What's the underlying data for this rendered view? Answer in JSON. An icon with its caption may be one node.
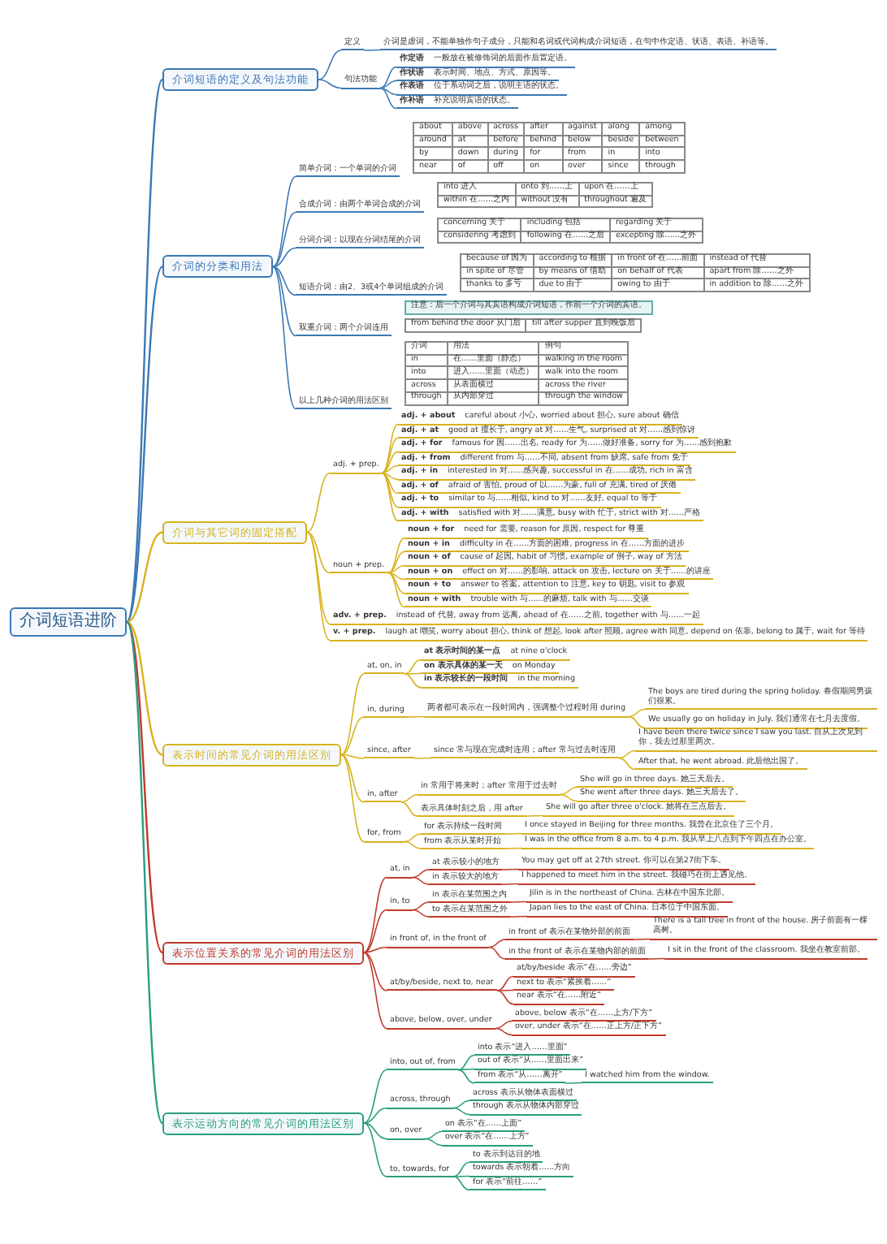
{
  "diagram": {
    "nodes": [
      {
        "text": [
          "介词短语进阶"
        ]
      },
      {
        "text": [
          "介词短语的定义及句法功能"
        ]
      },
      {
        "text": [
          "定义"
        ]
      },
      {
        "text": [
          "介词是虚词，不能单独作句子成分，只能和名词或代词构成介词短语，在句中作定语、状语、表语、补语等。"
        ]
      },
      {
        "text": [
          "句法功能"
        ]
      },
      {
        "text": [
          "作定语",
          "一般放在被修饰词的后面作后置定语。"
        ]
      },
      {
        "text": [
          "作状语",
          "表示时间、地点、方式、原因等。"
        ]
      },
      {
        "text": [
          "作表语",
          "位于系动词之后，说明主语的状态。"
        ]
      },
      {
        "text": [
          "作补语",
          "补充说明宾语的状态。"
        ]
      },
      {
        "text": [
          "介词的分类和用法"
        ]
      },
      {
        "text": [
          "简单介词：一个单词的介词"
        ]
      },
      {
        "text": [
          "合成介词：由两个单词合成的介词"
        ]
      },
      {
        "text": [
          "分词介词：以现在分词结尾的介词"
        ]
      },
      {
        "text": [
          "短语介词：由2、3或4个单词组成的介词"
        ]
      },
      {
        "text": [
          "双重介词：两个介词连用"
        ]
      },
      {
        "text": [
          "介词与其它词的固定搭配"
        ]
      },
      {
        "text": [
          "adj. + prep."
        ]
      },
      {
        "text": [
          "adj. + about",
          "careful about 小心, worried about 担心, sure about 确信"
        ]
      },
      {
        "text": [
          "adj. + at",
          "good at 擅长于, angry at 对……生气, surprised at 对……感到惊讶"
        ]
      },
      {
        "text": [
          "adj. + for",
          "famous for 因……出名, ready for 为……做好准备, sorry for 为……感到抱歉"
        ]
      },
      {
        "text": [
          "adj. + from",
          "different from 与……不同, absent from 缺席, safe from 免于"
        ]
      },
      {
        "text": [
          "adj. + in",
          "interested in 对……感兴趣, successful in 在……成功, rich in 富含"
        ]
      },
      {
        "text": [
          "adj. + of",
          "afraid of 害怕, proud of 以……为豪, full of 充满, tired of 厌倦"
        ]
      },
      {
        "text": [
          "adj. + to",
          "similar to 与……相似, kind to 对……友好, equal to 等于"
        ]
      },
      {
        "text": [
          "adj. + with",
          "satisfied with 对……满意, busy with 忙于, strict with 对……严格"
        ]
      },
      {
        "text": [
          "noun + prep."
        ]
      },
      {
        "text": [
          "noun + for",
          "need for 需要, reason for 原因, respect for 尊重"
        ]
      },
      {
        "text": [
          "noun + in",
          "difficulty in 在……方面的困难, progress in 在……方面的进步"
        ]
      },
      {
        "text": [
          "noun + of",
          "cause of 起因, habit of 习惯, example of 例子, way of 方法"
        ]
      },
      {
        "text": [
          "noun + on",
          "effect on 对……的影响, attack on 攻击, lecture on 关于……的讲座"
        ]
      },
      {
        "text": [
          "noun + to",
          "answer to 答案, attention to 注意, key to 钥匙, visit to 参观"
        ]
      },
      {
        "text": [
          "noun + with",
          "trouble with 与……的麻烦, talk with 与……交谈"
        ]
      },
      {
        "text": [
          "adv. + prep.",
          "instead of 代替, away from 远离, ahead of 在……之前, together with 与……一起"
        ]
      },
      {
        "text": [
          "v. + prep.",
          "laugh at 嘲笑, worry about 担心, think of 想起, look after 照顾, agree with 同意, depend on 依靠, belong to 属于, wait for 等待"
        ]
      },
      {
        "text": [
          "表示时间的常见介词的用法区别"
        ]
      },
      {
        "text": [
          "at, on, in"
        ]
      },
      {
        "text": [
          "at 表示时间的某一点",
          "at nine o'clock"
        ]
      },
      {
        "text": [
          "on 表示具体的某一天",
          "on Monday"
        ]
      },
      {
        "text": [
          "in 表示较长的一段时间",
          "in the morning"
        ]
      },
      {
        "text": [
          "in, during"
        ]
      },
      {
        "text": [
          "两者都可表示在一段时间内，强调整个过程时用 during"
        ]
      },
      {
        "text": [
          "The boys are tired during the spring holiday. 春假期间男孩们很累。"
        ]
      },
      {
        "text": [
          "We usually go on holiday in July. 我们通常在七月去度假。"
        ]
      },
      {
        "text": [
          "since, after"
        ]
      },
      {
        "text": [
          "since 常与现在完成时连用；after 常与过去时连用"
        ]
      },
      {
        "text": [
          "I have been there twice since I saw you last. 自从上次见到你，我去过那里两次。"
        ]
      },
      {
        "text": [
          "After that, he went abroad. 此后他出国了。"
        ]
      },
      {
        "text": [
          "in, after"
        ]
      },
      {
        "text": [
          "in 常用于将来时；after 常用于过去时"
        ]
      },
      {
        "text": [
          "She will go in three days. 她三天后去。"
        ]
      },
      {
        "text": [
          "She went after three days. 她三天后去了。"
        ]
      },
      {
        "text": [
          "表示具体时刻之后，用 after"
        ]
      },
      {
        "text": [
          "She will go after three o'clock. 她将在三点后去。"
        ]
      },
      {
        "text": [
          "for, from"
        ]
      },
      {
        "text": [
          "for 表示持续一段时间"
        ]
      },
      {
        "text": [
          "I once stayed in Beijing for three months. 我曾在北京住了三个月。"
        ]
      },
      {
        "text": [
          "from 表示从某时开始"
        ]
      },
      {
        "text": [
          "I was in the office from 8 a.m. to 4 p.m. 我从早上八点到下午四点在办公室。"
        ]
      },
      {
        "text": [
          "表示位置关系的常见介词的用法区别"
        ]
      },
      {
        "text": [
          "at, in"
        ]
      },
      {
        "text": [
          "at 表示较小的地方"
        ]
      },
      {
        "text": [
          "You may get off at 27th street. 你可以在第27街下车。"
        ]
      },
      {
        "text": [
          "in 表示较大的地方"
        ]
      },
      {
        "text": [
          "I happened to meet him in the street. 我碰巧在街上遇见他。"
        ]
      },
      {
        "text": [
          "in, to"
        ]
      },
      {
        "text": [
          "in 表示在某范围之内"
        ]
      },
      {
        "text": [
          "Jilin is in the northeast of China. 吉林在中国东北部。"
        ]
      },
      {
        "text": [
          "to 表示在某范围之外"
        ]
      },
      {
        "text": [
          "Japan lies to the east of China. 日本位于中国东面。"
        ]
      },
      {
        "text": [
          "in front of, in the front of"
        ]
      },
      {
        "text": [
          "in front of 表示在某物外部的前面"
        ]
      },
      {
        "text": [
          "There is a tall tree in front of the house. 房子前面有一棵高树。"
        ]
      },
      {
        "text": [
          "in the front of 表示在某物内部的前面"
        ]
      },
      {
        "text": [
          "I sit in the front of the classroom. 我坐在教室前部。"
        ]
      },
      {
        "text": [
          "at/by/beside, next to, near"
        ]
      },
      {
        "text": [
          "at/by/beside 表示“在……旁边”"
        ]
      },
      {
        "text": [
          "next to 表示“紧挨着……”"
        ]
      },
      {
        "text": [
          "near 表示“在……附近”"
        ]
      },
      {
        "text": [
          "above, below, over, under"
        ]
      },
      {
        "text": [
          "above, below 表示“在……上方/下方”"
        ]
      },
      {
        "text": [
          "over, under 表示“在……正上方/正下方”"
        ]
      },
      {
        "text": [
          "表示运动方向的常见介词的用法区别"
        ]
      },
      {
        "text": [
          "into, out of, from"
        ]
      },
      {
        "text": [
          "into 表示“进入……里面”"
        ]
      },
      {
        "text": [
          "out of 表示“从……里面出来”"
        ]
      },
      {
        "text": [
          "from 表示“从……离开”"
        ]
      },
      {
        "text": [
          "I watched him from the window."
        ]
      },
      {
        "text": [
          "across, through"
        ]
      },
      {
        "text": [
          "across 表示从物体表面横过"
        ]
      },
      {
        "text": [
          "through 表示从物体内部穿过"
        ]
      },
      {
        "text": [
          "on, over"
        ]
      },
      {
        "text": [
          "on 表示“在……上面”"
        ]
      },
      {
        "text": [
          "over 表示“在……上方”"
        ]
      },
      {
        "text": [
          "to, towards, for"
        ]
      },
      {
        "text": [
          "to 表示到达目的地"
        ]
      },
      {
        "text": [
          "towards 表示朝着……方向"
        ]
      },
      {
        "text": [
          "for 表示“前往……”"
        ]
      },
      {
        "text": [
          "以上几种介词的用法区别"
        ]
      }
    ],
    "edges": [
      {
        "from": 0,
        "to": 1,
        "arrow": "none",
        "color": "#3b78b5"
      },
      {
        "from": 0,
        "to": 9,
        "arrow": "none",
        "color": "#3b78b5"
      },
      {
        "from": 0,
        "to": 15,
        "arrow": "none",
        "color": "#d8b21f"
      },
      {
        "from": 0,
        "to": 34,
        "arrow": "none",
        "color": "#d8b21f"
      },
      {
        "from": 0,
        "to": 58,
        "arrow": "none",
        "color": "#c0392b"
      },
      {
        "from": 0,
        "to": 81,
        "arrow": "none",
        "color": "#2a9d7f"
      },
      {
        "from": 1,
        "to": 2,
        "arrow": "none",
        "color": "#3b78b5"
      },
      {
        "from": 1,
        "to": 4,
        "arrow": "none",
        "color": "#3b78b5"
      },
      {
        "from": 2,
        "to": 3,
        "arrow": "none",
        "color": "#3b78b5"
      },
      {
        "from": 4,
        "to": 5,
        "arrow": "none",
        "color": "#3b78b5"
      },
      {
        "from": 4,
        "to": 6,
        "arrow": "none",
        "color": "#3b78b5"
      },
      {
        "from": 4,
        "to": 7,
        "arrow": "none",
        "color": "#3b78b5"
      },
      {
        "from": 4,
        "to": 8,
        "arrow": "none",
        "color": "#3b78b5"
      },
      {
        "from": 9,
        "to": 10,
        "arrow": "none",
        "color": "#3b78b5"
      },
      {
        "from": 9,
        "to": 11,
        "arrow": "none",
        "color": "#3b78b5"
      },
      {
        "from": 9,
        "to": 12,
        "arrow": "none",
        "color": "#3b78b5"
      },
      {
        "from": 9,
        "to": 13,
        "arrow": "none",
        "color": "#3b78b5"
      },
      {
        "from": 9,
        "to": 14,
        "arrow": "none",
        "color": "#3b78b5"
      },
      {
        "from": 9,
        "to": 97,
        "arrow": "none",
        "color": "#3b78b5"
      },
      {
        "from": 15,
        "to": 16,
        "arrow": "none",
        "color": "#d8b21f"
      },
      {
        "from": 15,
        "to": 25,
        "arrow": "none",
        "color": "#d8b21f"
      },
      {
        "from": 15,
        "to": 32,
        "arrow": "none",
        "color": "#d8b21f"
      },
      {
        "from": 15,
        "to": 33,
        "arrow": "none",
        "color": "#d8b21f"
      },
      {
        "from": 16,
        "to": 17,
        "arrow": "none",
        "color": "#d8b21f"
      },
      {
        "from": 16,
        "to": 18,
        "arrow": "none",
        "color": "#d8b21f"
      },
      {
        "from": 16,
        "to": 19,
        "arrow": "none",
        "color": "#d8b21f"
      },
      {
        "from": 16,
        "to": 20,
        "arrow": "none",
        "color": "#d8b21f"
      },
      {
        "from": 16,
        "to": 21,
        "arrow": "none",
        "color": "#d8b21f"
      },
      {
        "from": 16,
        "to": 22,
        "arrow": "none",
        "color": "#d8b21f"
      },
      {
        "from": 16,
        "to": 23,
        "arrow": "none",
        "color": "#d8b21f"
      },
      {
        "from": 16,
        "to": 24,
        "arrow": "none",
        "color": "#d8b21f"
      },
      {
        "from": 25,
        "to": 26,
        "arrow": "none",
        "color": "#d8b21f"
      },
      {
        "from": 25,
        "to": 27,
        "arrow": "none",
        "color": "#d8b21f"
      },
      {
        "from": 25,
        "to": 28,
        "arrow": "none",
        "color": "#d8b21f"
      },
      {
        "from": 25,
        "to": 29,
        "arrow": "none",
        "color": "#d8b21f"
      },
      {
        "from": 25,
        "to": 30,
        "arrow": "none",
        "color": "#d8b21f"
      },
      {
        "from": 25,
        "to": 31,
        "arrow": "none",
        "color": "#d8b21f"
      },
      {
        "from": 34,
        "to": 35,
        "arrow": "none",
        "color": "#d8b21f"
      },
      {
        "from": 34,
        "to": 39,
        "arrow": "none",
        "color": "#d8b21f"
      },
      {
        "from": 34,
        "to": 43,
        "arrow": "none",
        "color": "#d8b21f"
      },
      {
        "from": 34,
        "to": 47,
        "arrow": "none",
        "color": "#d8b21f"
      },
      {
        "from": 34,
        "to": 53,
        "arrow": "none",
        "color": "#d8b21f"
      },
      {
        "from": 35,
        "to": 36,
        "arrow": "none",
        "color": "#d8b21f"
      },
      {
        "from": 35,
        "to": 37,
        "arrow": "none",
        "color": "#d8b21f"
      },
      {
        "from": 35,
        "to": 38,
        "arrow": "none",
        "color": "#d8b21f"
      },
      {
        "from": 39,
        "to": 40,
        "arrow": "none",
        "color": "#d8b21f"
      },
      {
        "from": 40,
        "to": 41,
        "arrow": "none",
        "color": "#d8b21f"
      },
      {
        "from": 40,
        "to": 42,
        "arrow": "none",
        "color": "#d8b21f"
      },
      {
        "from": 43,
        "to": 44,
        "arrow": "none",
        "color": "#d8b21f"
      },
      {
        "from": 44,
        "to": 45,
        "arrow": "none",
        "color": "#d8b21f"
      },
      {
        "from": 44,
        "to": 46,
        "arrow": "none",
        "color": "#d8b21f"
      },
      {
        "from": 47,
        "to": 48,
        "arrow": "none",
        "color": "#d8b21f"
      },
      {
        "from": 47,
        "to": 51,
        "arrow": "none",
        "color": "#d8b21f"
      },
      {
        "from": 48,
        "to": 49,
        "arrow": "none",
        "color": "#d8b21f"
      },
      {
        "from": 48,
        "to": 50,
        "arrow": "none",
        "color": "#d8b21f"
      },
      {
        "from": 51,
        "to": 52,
        "arrow": "none",
        "color": "#d8b21f"
      },
      {
        "from": 53,
        "to": 54,
        "arrow": "none",
        "color": "#d8b21f"
      },
      {
        "from": 53,
        "to": 56,
        "arrow": "none",
        "color": "#d8b21f"
      },
      {
        "from": 54,
        "to": 55,
        "arrow": "none",
        "color": "#d8b21f"
      },
      {
        "from": 56,
        "to": 57,
        "arrow": "none",
        "color": "#d8b21f"
      },
      {
        "from": 58,
        "to": 59,
        "arrow": "none",
        "color": "#c0392b"
      },
      {
        "from": 58,
        "to": 64,
        "arrow": "none",
        "color": "#c0392b"
      },
      {
        "from": 58,
        "to": 69,
        "arrow": "none",
        "color": "#c0392b"
      },
      {
        "from": 58,
        "to": 74,
        "arrow": "none",
        "color": "#c0392b"
      },
      {
        "from": 58,
        "to": 78,
        "arrow": "none",
        "color": "#c0392b"
      },
      {
        "from": 59,
        "to": 60,
        "arrow": "none",
        "color": "#c0392b"
      },
      {
        "from": 59,
        "to": 62,
        "arrow": "none",
        "color": "#c0392b"
      },
      {
        "from": 60,
        "to": 61,
        "arrow": "none",
        "color": "#c0392b"
      },
      {
        "from": 62,
        "to": 63,
        "arrow": "none",
        "color": "#c0392b"
      },
      {
        "from": 64,
        "to": 65,
        "arrow": "none",
        "color": "#c0392b"
      },
      {
        "from": 64,
        "to": 67,
        "arrow": "none",
        "color": "#c0392b"
      },
      {
        "from": 65,
        "to": 66,
        "arrow": "none",
        "color": "#c0392b"
      },
      {
        "from": 67,
        "to": 68,
        "arrow": "none",
        "color": "#c0392b"
      },
      {
        "from": 69,
        "to": 70,
        "arrow": "none",
        "color": "#c0392b"
      },
      {
        "from": 69,
        "to": 72,
        "arrow": "none",
        "color": "#c0392b"
      },
      {
        "from": 70,
        "to": 71,
        "arrow": "none",
        "color": "#c0392b"
      },
      {
        "from": 72,
        "to": 73,
        "arrow": "none",
        "color": "#c0392b"
      },
      {
        "from": 74,
        "to": 75,
        "arrow": "none",
        "color": "#c0392b"
      },
      {
        "from": 74,
        "to": 76,
        "arrow": "none",
        "color": "#c0392b"
      },
      {
        "from": 74,
        "to": 77,
        "arrow": "none",
        "color": "#c0392b"
      },
      {
        "from": 78,
        "to": 79,
        "arrow": "none",
        "color": "#c0392b"
      },
      {
        "from": 78,
        "to": 80,
        "arrow": "none",
        "color": "#c0392b"
      },
      {
        "from": 81,
        "to": 82,
        "arrow": "none",
        "color": "#2a9d7f"
      },
      {
        "from": 81,
        "to": 87,
        "arrow": "none",
        "color": "#2a9d7f"
      },
      {
        "from": 81,
        "to": 90,
        "arrow": "none",
        "color": "#2a9d7f"
      },
      {
        "from": 81,
        "to": 93,
        "arrow": "none",
        "color": "#2a9d7f"
      },
      {
        "from": 82,
        "to": 83,
        "arrow": "none",
        "color": "#2a9d7f"
      },
      {
        "from": 82,
        "to": 84,
        "arrow": "none",
        "color": "#2a9d7f"
      },
      {
        "from": 82,
        "to": 85,
        "arrow": "none",
        "color": "#2a9d7f"
      },
      {
        "from": 85,
        "to": 86,
        "arrow": "none",
        "color": "#2a9d7f"
      },
      {
        "from": 87,
        "to": 88,
        "arrow": "none",
        "color": "#2a9d7f"
      },
      {
        "from": 87,
        "to": 89,
        "arrow": "none",
        "color": "#2a9d7f"
      },
      {
        "from": 90,
        "to": 91,
        "arrow": "none",
        "color": "#2a9d7f"
      },
      {
        "from": 90,
        "to": 92,
        "arrow": "none",
        "color": "#2a9d7f"
      },
      {
        "from": 93,
        "to": 94,
        "arrow": "none",
        "color": "#2a9d7f"
      },
      {
        "from": 93,
        "to": 95,
        "arrow": "none",
        "color": "#2a9d7f"
      },
      {
        "from": 93,
        "to": 96,
        "arrow": "none",
        "color": "#2a9d7f"
      }
    ],
    "labels": [
      "about",
      "above",
      "across",
      "after",
      "against",
      "along",
      "among",
      "around",
      "at",
      "before",
      "behind",
      "below",
      "beside",
      "between",
      "by",
      "down",
      "during",
      "for",
      "from",
      "in",
      "into",
      "near",
      "of",
      "off",
      "on",
      "over",
      "since",
      "through",
      "into 进入",
      "onto 到……上",
      "upon 在……上",
      "within 在……之内",
      "without 没有",
      "throughout 遍及",
      "concerning 关于",
      "including 包括",
      "regarding 关于",
      "considering 考虑到",
      "following 在……之后",
      "excepting 除……之外",
      "because of 因为",
      "according to 根据",
      "in front of 在……前面",
      "instead of 代替",
      "in spite of 尽管",
      "by means of 借助",
      "on behalf of 代表",
      "apart from 除……之外",
      "thanks to 多亏",
      "due to 由于",
      "owing to 由于",
      "in addition to 除……之外",
      "注意：后一个介词与其宾语构成介词短语，作前一个介词的宾语。",
      "from behind the door 从门后",
      "till after supper 直到晚饭后",
      "介词",
      "用法",
      "例句",
      "in",
      "在……里面（静态）",
      "walking in the room",
      "into",
      "进入……里面（动态）",
      "walk into the room",
      "across",
      "从表面横过",
      "across the river",
      "through",
      "从内部穿过",
      "through the window"
    ]
  }
}
